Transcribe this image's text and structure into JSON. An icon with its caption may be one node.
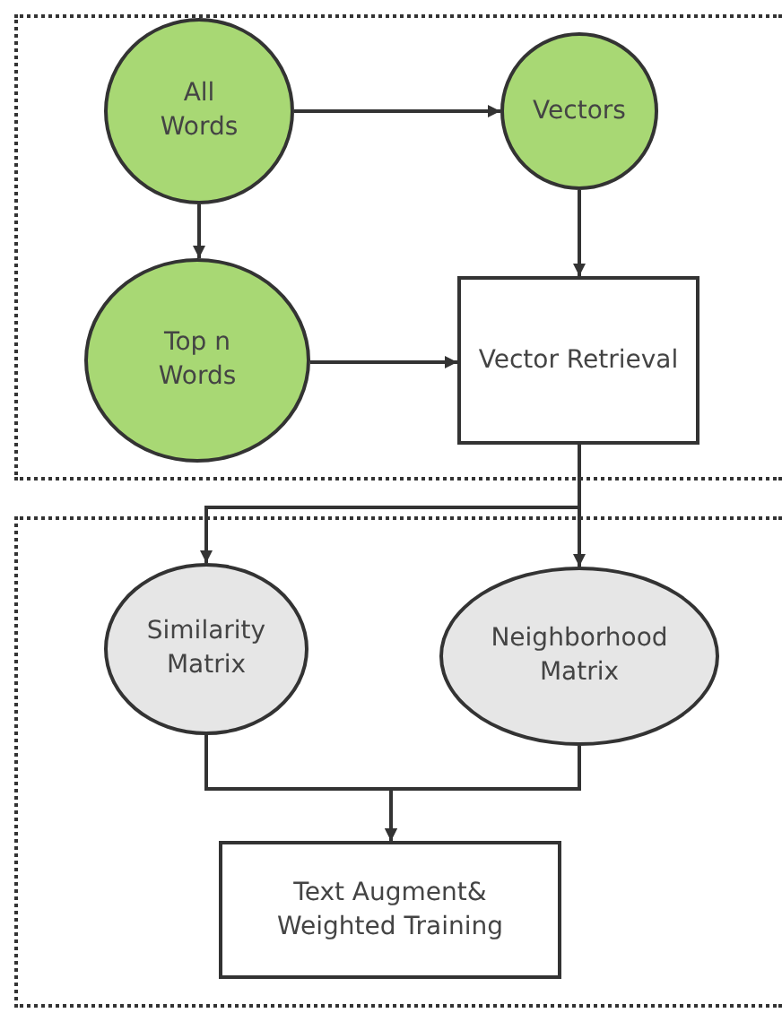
{
  "diagram": {
    "nodes": [
      {
        "text": [],
        "shape": "box"
      },
      {
        "text": [
          "All Words"
        ],
        "in": 0
      },
      {
        "text": [
          "Vectors"
        ],
        "in": 0
      },
      {
        "text": [
          "Top n Words"
        ],
        "in": 0
      },
      {
        "text": [
          "Vector Retrieval"
        ],
        "in": 0
      },
      {
        "text": [],
        "shape": "box"
      },
      {
        "text": [
          "Similarity Matrix"
        ],
        "in": 5
      },
      {
        "text": [
          "Neighborhood Matrix"
        ],
        "in": 5
      },
      {
        "text": [
          "Text Augment& Weighted Training"
        ],
        "in": 5
      }
    ],
    "edges": [
      {
        "from": 1,
        "to": 2,
        "arrow": "to"
      },
      {
        "from": 1,
        "to": 3,
        "arrow": "to"
      },
      {
        "from": 2,
        "to": 4,
        "arrow": "to"
      },
      {
        "from": 3,
        "to": 4,
        "arrow": "to"
      },
      {
        "from": 4,
        "to": 6,
        "arrow": "to"
      },
      {
        "from": 4,
        "to": 7,
        "arrow": "to"
      },
      {
        "from": 6,
        "to": 8,
        "arrow": "to"
      },
      {
        "from": 7,
        "to": 8,
        "arrow": "to"
      }
    ]
  }
}
